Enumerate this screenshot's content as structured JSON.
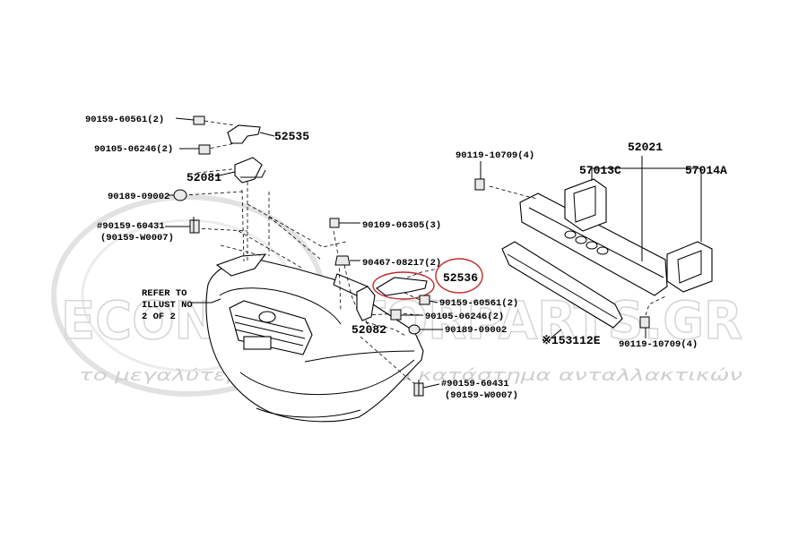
{
  "watermark": {
    "brand": "ECONOMOTORPARTS.GR",
    "tagline": "το μεγαλύτερο ηλεκτρονικό κατάστημα ανταλλακτικών"
  },
  "labels": {
    "p90159_60561_top": "90159-60561(2)",
    "p52535": "52535",
    "p90105_06246_top": "90105-06246(2)",
    "p52081": "52081",
    "p90189_09002_top": "90189-09002",
    "p90159_60431_top": "#90159-60431",
    "p90159_w0007_top": "(90159-W0007)",
    "refer_1": "REFER TO",
    "refer_2": "ILLUST NO",
    "refer_3": "2 OF 2",
    "p90109_06305": "90109-06305(3)",
    "p90467_08217": "90467-08217(2)",
    "p52536": "52536",
    "p90159_60561_mid": "90159-60561(2)",
    "p90105_06246_mid": "90105-06246(2)",
    "p52082": "52082",
    "p90189_09002_mid": "90189-09002",
    "p90159_60431_bot": "#90159-60431",
    "p90159_w0007_bot": "(90159-W0007)",
    "p90119_10709_top": "90119-10709(4)",
    "p52021": "52021",
    "p57013C": "57013C",
    "p57014A": "57014A",
    "p53112E": "※153112E",
    "p90119_10709_bot": "90119-10709(4)"
  },
  "highlight": {
    "color": "#c62828",
    "part": "52536"
  }
}
